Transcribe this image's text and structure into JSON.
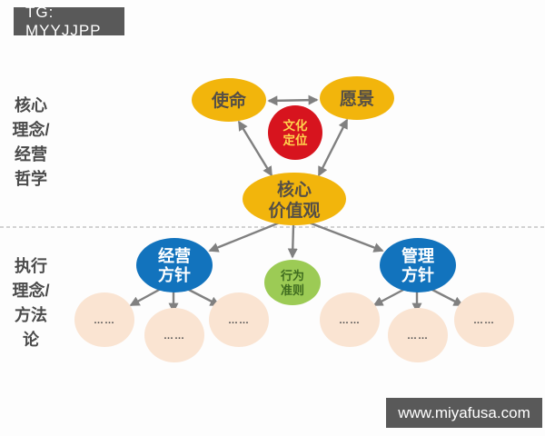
{
  "header": {
    "tg_badge": "TG: MYYJJPP"
  },
  "footer": {
    "website": "www.miyafusa.com"
  },
  "colors": {
    "badge_bg": "#595959",
    "badge_text": "#ffffff",
    "gold": "#f2b50c",
    "gold_text": "#554f46",
    "red": "#d7141e",
    "red_text": "#ffd44d",
    "blue": "#1273bd",
    "blue_text": "#ffffff",
    "green": "#9ccb55",
    "green_text": "#3e6b1f",
    "peach": "#fae4d2",
    "dots_text": "#4d4d4d",
    "arrow": "#808080",
    "divider": "#b8b8b8",
    "side_label_text": "#4a4a4a",
    "background": "#fdfdfd"
  },
  "side_labels": {
    "top": {
      "lines": [
        "核心",
        "理念/",
        "经营",
        "哲学"
      ]
    },
    "bottom": {
      "lines": [
        "执行",
        "理念/",
        "方法",
        "论"
      ]
    }
  },
  "diagram": {
    "mission": "使命",
    "vision": "愿景",
    "culture": {
      "line1": "文化",
      "line2": "定位"
    },
    "core_values": {
      "line1": "核心",
      "line2": "价值观"
    },
    "business_policy": {
      "line1": "经营",
      "line2": "方针"
    },
    "management_policy": {
      "line1": "管理",
      "line2": "方针"
    },
    "code_of_conduct": {
      "line1": "行为",
      "line2": "准则"
    },
    "placeholder_dots": "……"
  }
}
